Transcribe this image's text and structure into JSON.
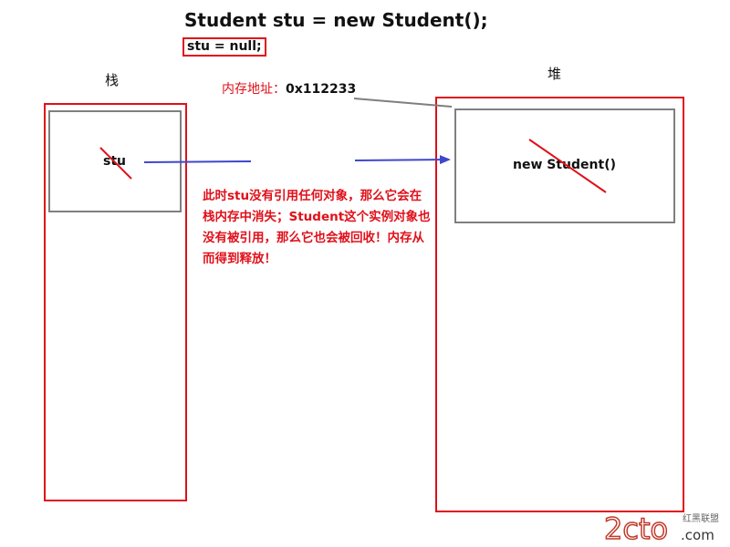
{
  "code": {
    "title": "Student stu = new Student();",
    "null_statement": "stu = null;"
  },
  "stack": {
    "label": "栈",
    "variable": "stu"
  },
  "heap": {
    "label": "堆",
    "object": "new Student()"
  },
  "address": {
    "label": "内存地址：",
    "value": "0x112233"
  },
  "note": "此时stu没有引用任何对象，那么它会在栈内存中消失；Student这个实例对象也没有被引用，那么它也会被回收！内存从而得到释放！",
  "watermark": {
    "logo_text": "2cto",
    "tld": ".com",
    "caption": "红黑联盟"
  },
  "colors": {
    "accent": "#e0101a",
    "arrow": "#3f47cc",
    "frame": "#7f7f7f"
  }
}
